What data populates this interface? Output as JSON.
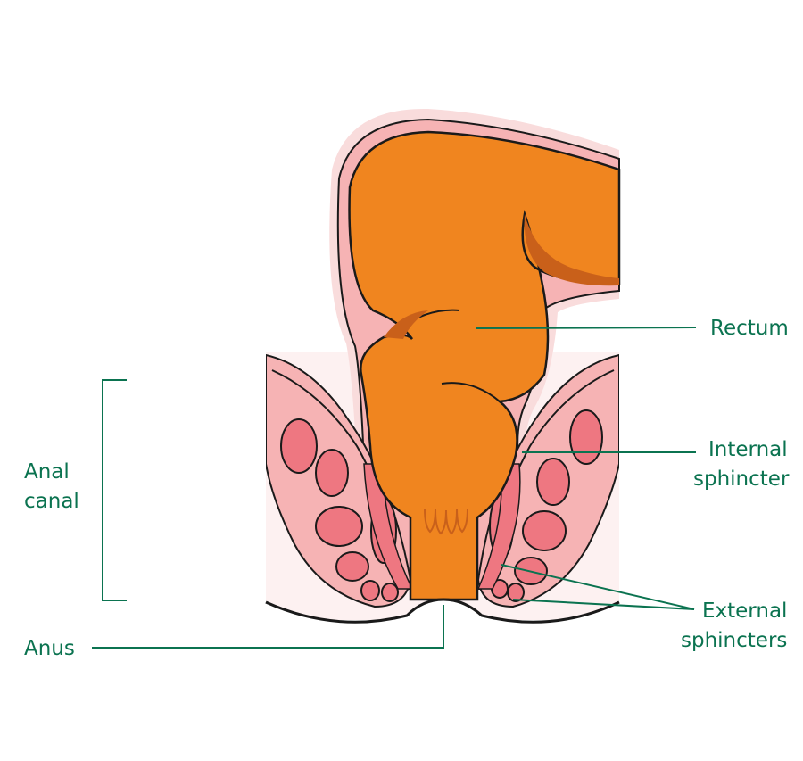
{
  "labels": {
    "rectum": "Rectum",
    "internal_line1": "Internal",
    "internal_line2": "sphincter",
    "external_line1": "External",
    "external_line2": "sphincters",
    "anal_line1": "Anal",
    "anal_line2": "canal",
    "anus": "Anus"
  },
  "colors": {
    "label": "#0b7350",
    "rectum_fill": "#f0851f",
    "rectum_shadow": "#c9601a",
    "muscle_fill": "#ee7781",
    "muscle_light": "#f6b3b4",
    "glow": "#f9dcdc",
    "tissue": "#fdf1f1",
    "outline": "#1a1a1a"
  }
}
